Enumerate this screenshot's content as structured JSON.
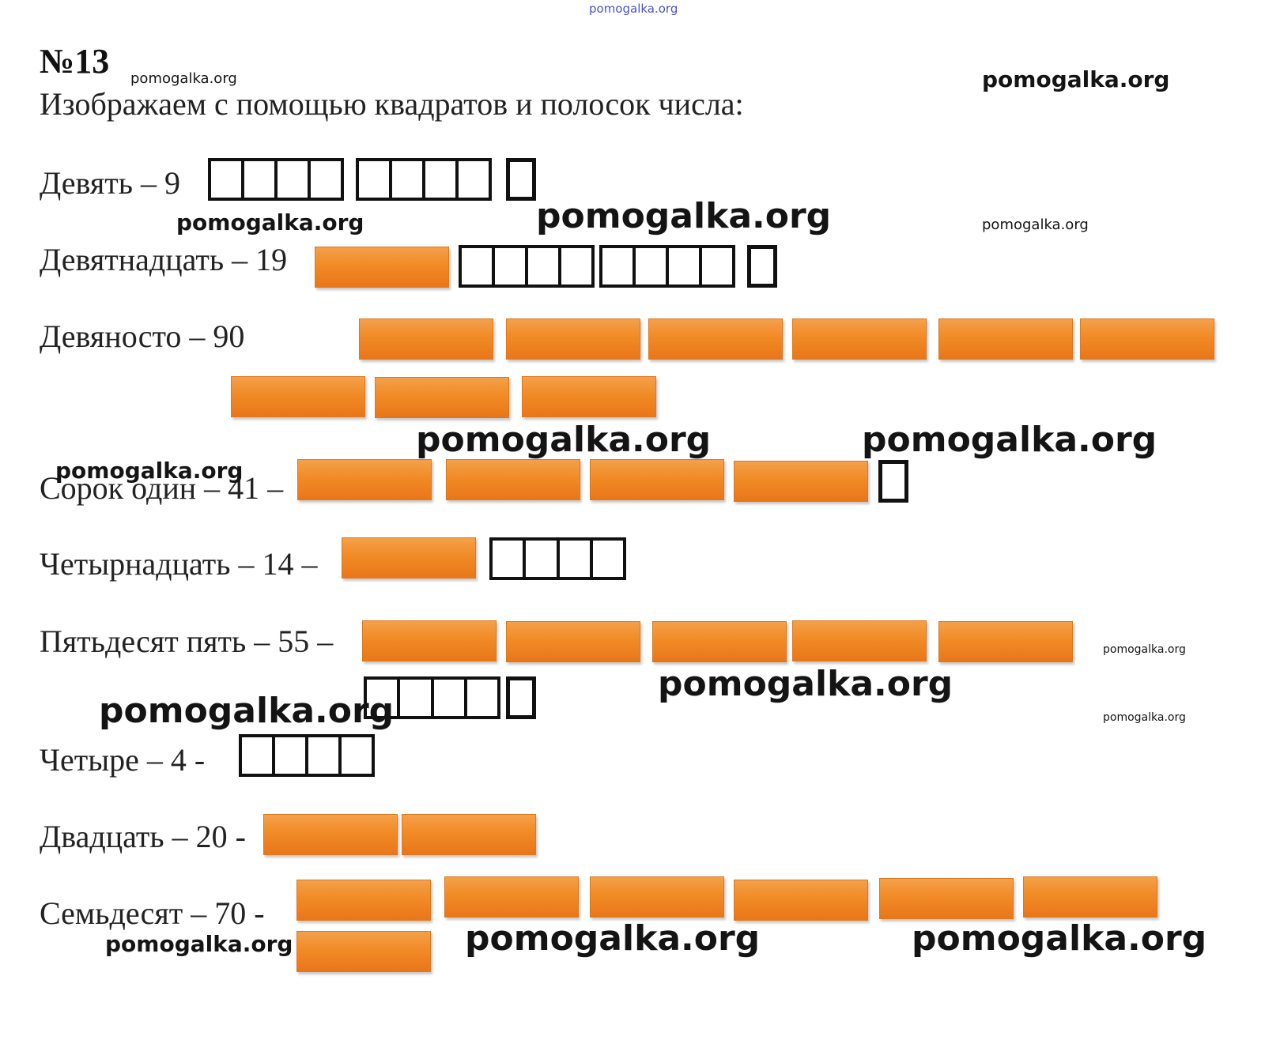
{
  "header": {
    "top_watermark": "pomogalka.org",
    "title": "№13",
    "instruction": "Изображаем с помощью квадратов и полосок числа:"
  },
  "rows": [
    {
      "label": "Девять – 9",
      "tens": 0,
      "ones": 9
    },
    {
      "label": "Девятнадцать – 19",
      "tens": 1,
      "ones": 9
    },
    {
      "label": "Девяносто – 90",
      "tens": 9,
      "ones": 0
    },
    {
      "label": "Сорок один – 41 –",
      "tens": 4,
      "ones": 1
    },
    {
      "label": "Четырнадцать – 14 –",
      "tens": 1,
      "ones": 4
    },
    {
      "label": "Пятьдесят пять – 55 –",
      "tens": 5,
      "ones": 5
    },
    {
      "label": "Четыре – 4 -",
      "tens": 0,
      "ones": 4
    },
    {
      "label": "Двадцать – 20 -",
      "tens": 2,
      "ones": 0
    },
    {
      "label": "Семьдесят – 70 -",
      "tens": 7,
      "ones": 0
    }
  ],
  "watermarks": {
    "w1": "pomogalka.org",
    "w2": "pomogalka.org",
    "w3": "pomogalka.org",
    "w4": "pomogalka.org",
    "w5": "pomogalka.org",
    "w6": "pomogalka.org",
    "w7": "pomogalka.org",
    "w8": "pomogalka.org",
    "w9": "pomogalka.org",
    "w10": "pomogalka.org",
    "w11": "pomogalka.org",
    "w12": "pomogalka.org",
    "w13": "pomogalka.org",
    "w14": "pomogalka.org",
    "w15": "pomogalka.org",
    "w16": "pomogalka.org"
  },
  "colors": {
    "tens_bar": "#f18b26",
    "ones_square_border": "#111111"
  }
}
